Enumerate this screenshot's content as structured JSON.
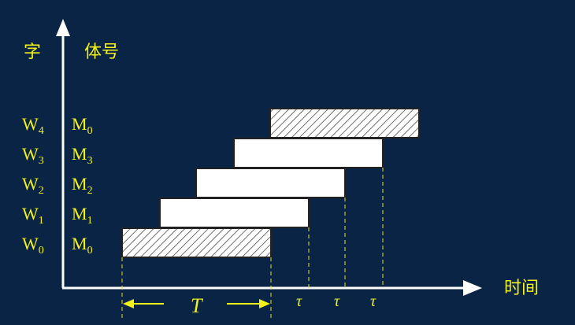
{
  "axis": {
    "y_label_left": "字",
    "y_label_right": "体号",
    "x_label": "时间"
  },
  "rows": [
    {
      "word": "W",
      "word_sub": "4",
      "module": "M",
      "module_sub": "0",
      "hatched": true
    },
    {
      "word": "W",
      "word_sub": "3",
      "module": "M",
      "module_sub": "3",
      "hatched": false
    },
    {
      "word": "W",
      "word_sub": "2",
      "module": "M",
      "module_sub": "2",
      "hatched": false
    },
    {
      "word": "W",
      "word_sub": "1",
      "module": "M",
      "module_sub": "1",
      "hatched": false
    },
    {
      "word": "W",
      "word_sub": "0",
      "module": "M",
      "module_sub": "0",
      "hatched": true
    }
  ],
  "period_label": "T",
  "tau_labels": [
    "τ",
    "τ",
    "τ"
  ],
  "colors": {
    "background": "#0a2446",
    "label": "#f2f21a",
    "axis": "#ffffff",
    "bar_fill": "#ffffff",
    "hatch": "#333333",
    "guide": "#e8e020"
  }
}
